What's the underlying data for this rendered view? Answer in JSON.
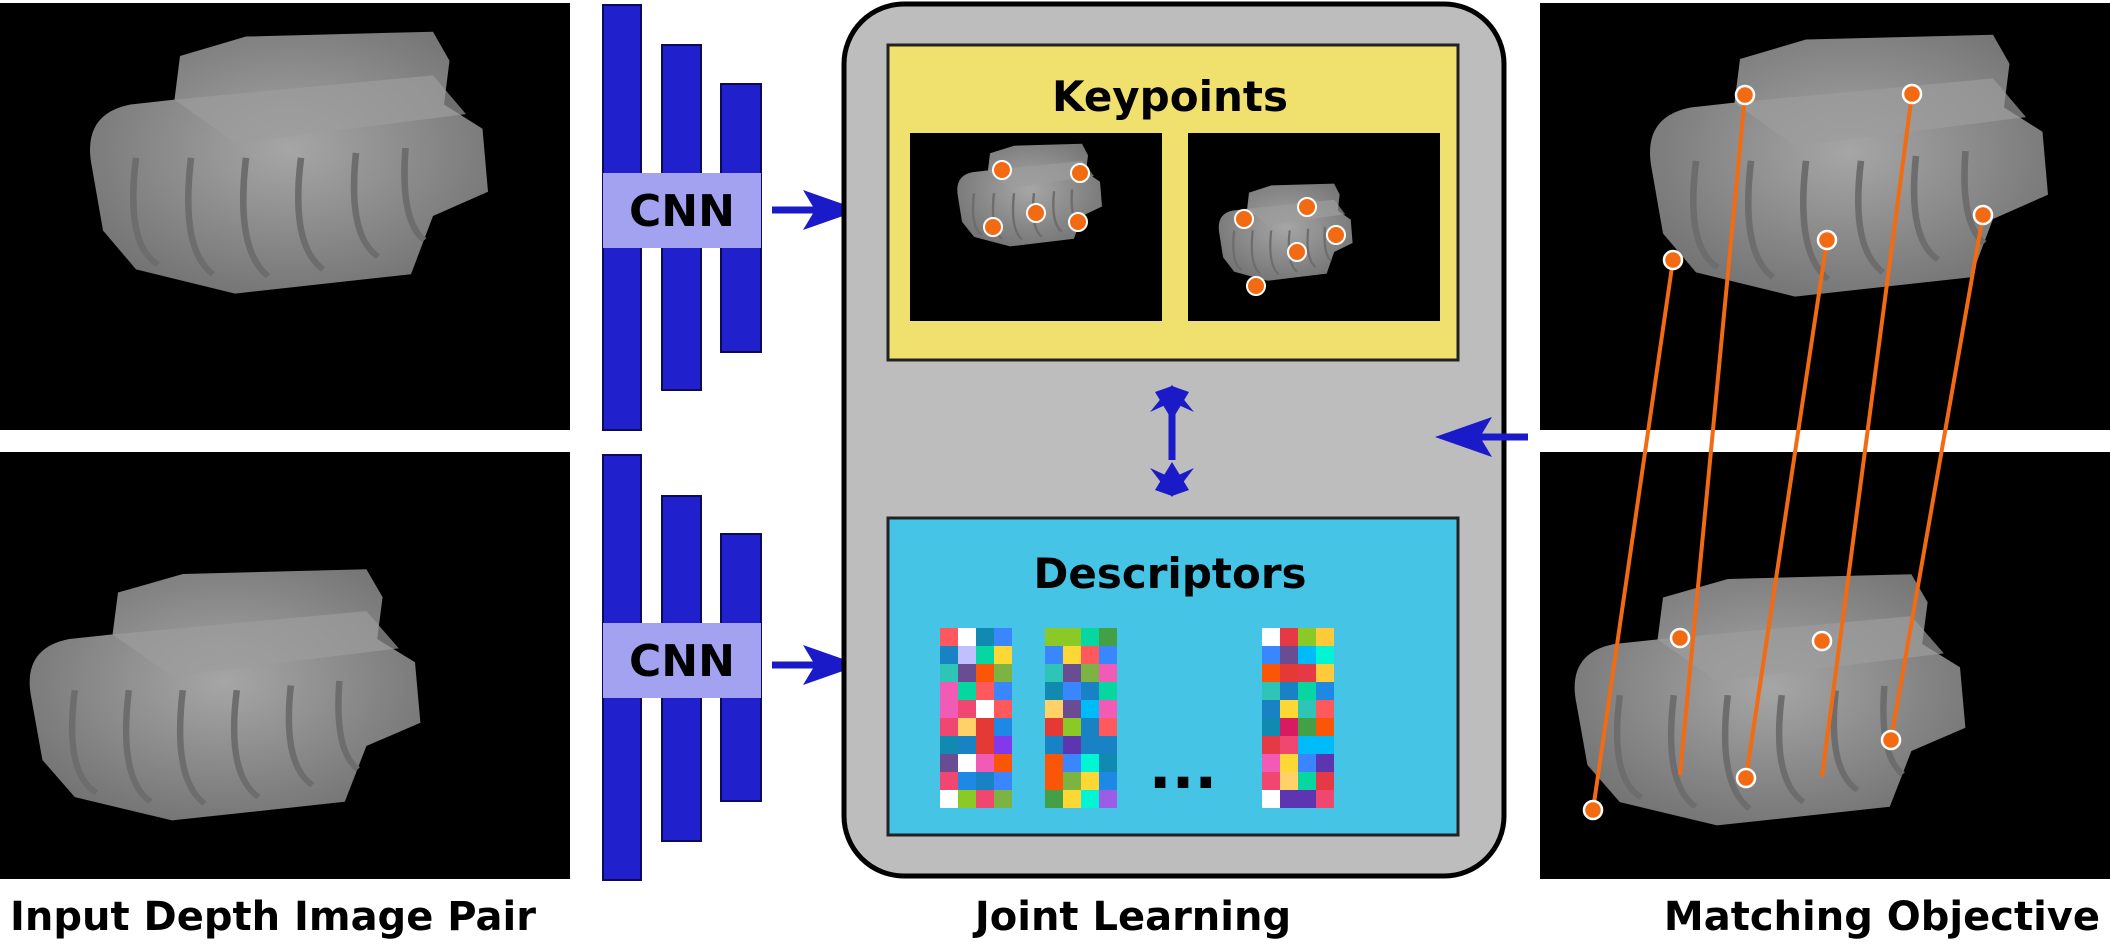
{
  "captions": {
    "input": "Input Depth Image Pair",
    "joint": "Joint Learning",
    "matching": "Matching Objective"
  },
  "cnn": {
    "top_label": "CNN",
    "bottom_label": "CNN"
  },
  "keypoints": {
    "title": "Keypoints"
  },
  "descriptors": {
    "title": "Descriptors",
    "ellipsis": "..."
  },
  "colors": {
    "cnn_blue": "#2020cc",
    "cnn_highlight": "#a2a2f0",
    "arrow_blue": "#1a1ac8",
    "panel_gray": "#bdbdbd",
    "keypoints_bg": "#f0e06e",
    "descriptors_bg": "#45c4e6",
    "keypoint_orange": "#f26a12"
  }
}
